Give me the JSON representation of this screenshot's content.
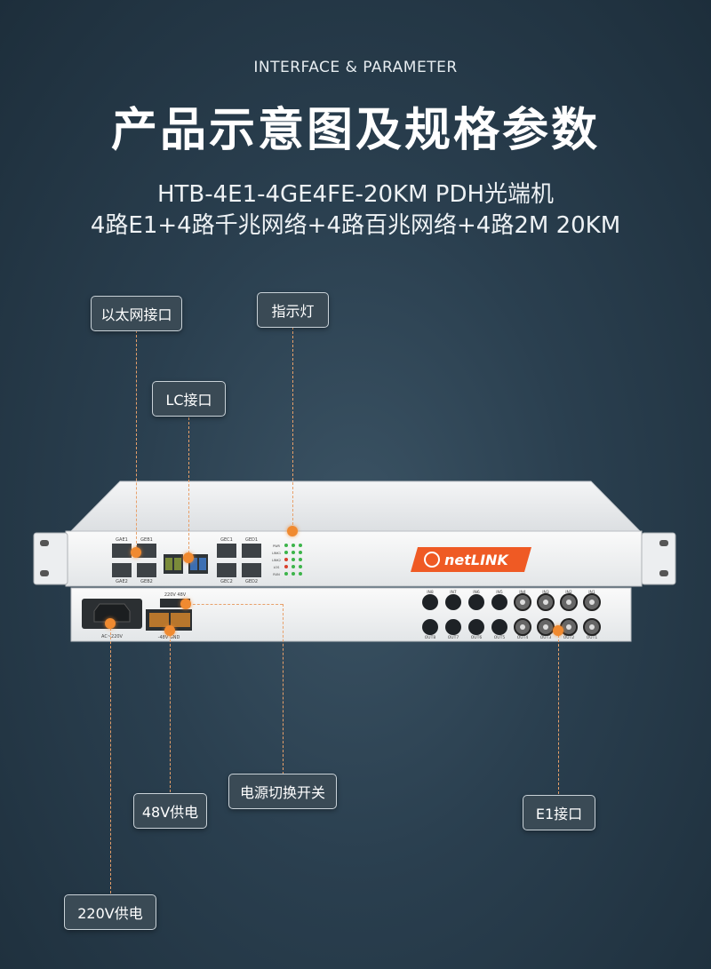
{
  "header": {
    "subtitle_en": "INTERFACE & PARAMETER",
    "title": "产品示意图及规格参数",
    "model": "HTB-4E1-4GE4FE-20KM PDH光端机",
    "spec": "4路E1+4路千兆网络+4路百兆网络+4路2M 20KM"
  },
  "callouts": {
    "ethernet": "以太网接口",
    "indicator": "指示灯",
    "lc": "LC接口",
    "power_switch": "电源切换开关",
    "power48": "48V供电",
    "e1": "E1接口",
    "power220": "220V供电"
  },
  "device": {
    "logo": "netLINK",
    "front_port_labels": [
      "GAE1",
      "GEB1",
      "GAE2",
      "GEB2",
      "GEC1",
      "GED1",
      "GEC2",
      "GED2"
    ],
    "led_labels": [
      "PWR",
      "LINK1",
      "LINK2",
      "LOS",
      "RUN"
    ],
    "rear_labels": {
      "ac": "AC~220V",
      "dc_switch": "220V  48V",
      "dc": "-48V  GND",
      "inputs": [
        "IN8",
        "IN7",
        "IN6",
        "IN5",
        "IN4",
        "IN3",
        "IN2",
        "IN1"
      ],
      "outputs": [
        "OUT8",
        "OUT7",
        "OUT6",
        "OUT5",
        "OUT4",
        "OUT3",
        "OUT2",
        "OUT1"
      ]
    }
  },
  "colors": {
    "accent": "#f08a30",
    "logo_bg": "#ef5a24"
  }
}
